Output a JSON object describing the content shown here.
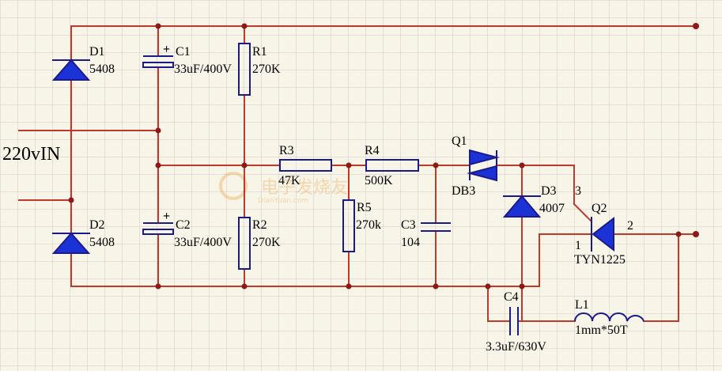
{
  "colors": {
    "background": "#f7f4e8",
    "grid": "#d9c9c9",
    "wire": "#c0392b",
    "component": "#1a1a8c",
    "diode_fill": "#1a32d6",
    "junction": "#8b1a1a"
  },
  "watermark": {
    "text": "电子发烧友",
    "domain": "DianYuan.com"
  },
  "labels": {
    "input": "220vIN",
    "d1_name": "D1",
    "d1_part": "5408",
    "d2_name": "D2",
    "d2_part": "5408",
    "c1_name": "C1",
    "c1_value": "33uF/400V",
    "c2_name": "C2",
    "c2_value": "33uF/400V",
    "r1_name": "R1",
    "r1_value": "270K",
    "r2_name": "R2",
    "r2_value": "270K",
    "r3_name": "R3",
    "r3_value": "47K",
    "r4_name": "R4",
    "r4_value": "500K",
    "r5_name": "R5",
    "r5_value": "270k",
    "c3_name": "C3",
    "c3_value": "104",
    "q1_name": "Q1",
    "q1_part": "DB3",
    "d3_name": "D3",
    "d3_part": "4007",
    "q2_name": "Q2",
    "q2_part": "TYN1225",
    "q2_pin1": "1",
    "q2_pin2": "2",
    "q2_pin3": "3",
    "c4_name": "C4",
    "c4_value": "3.3uF/630V",
    "l1_name": "L1",
    "l1_value": "1mm*50T"
  }
}
